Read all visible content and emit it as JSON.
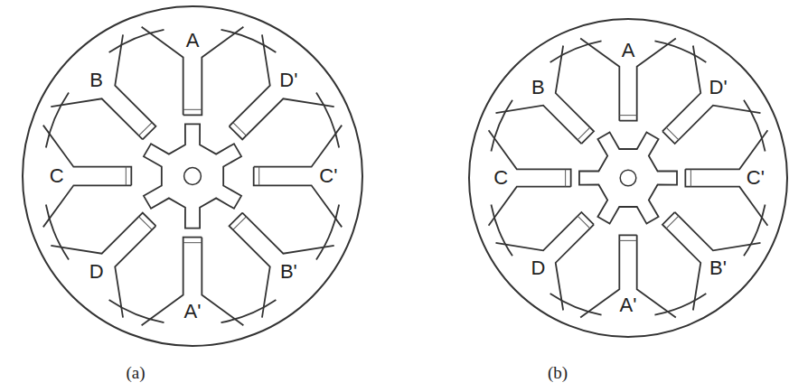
{
  "diagram": {
    "labels": [
      "A",
      "B",
      "D'",
      "C",
      "C'",
      "D",
      "B'",
      "A'",
      "(a)",
      "A",
      "B",
      "D'",
      "C",
      "C'",
      "D",
      "B'",
      "A'",
      "(b)"
    ]
  }
}
